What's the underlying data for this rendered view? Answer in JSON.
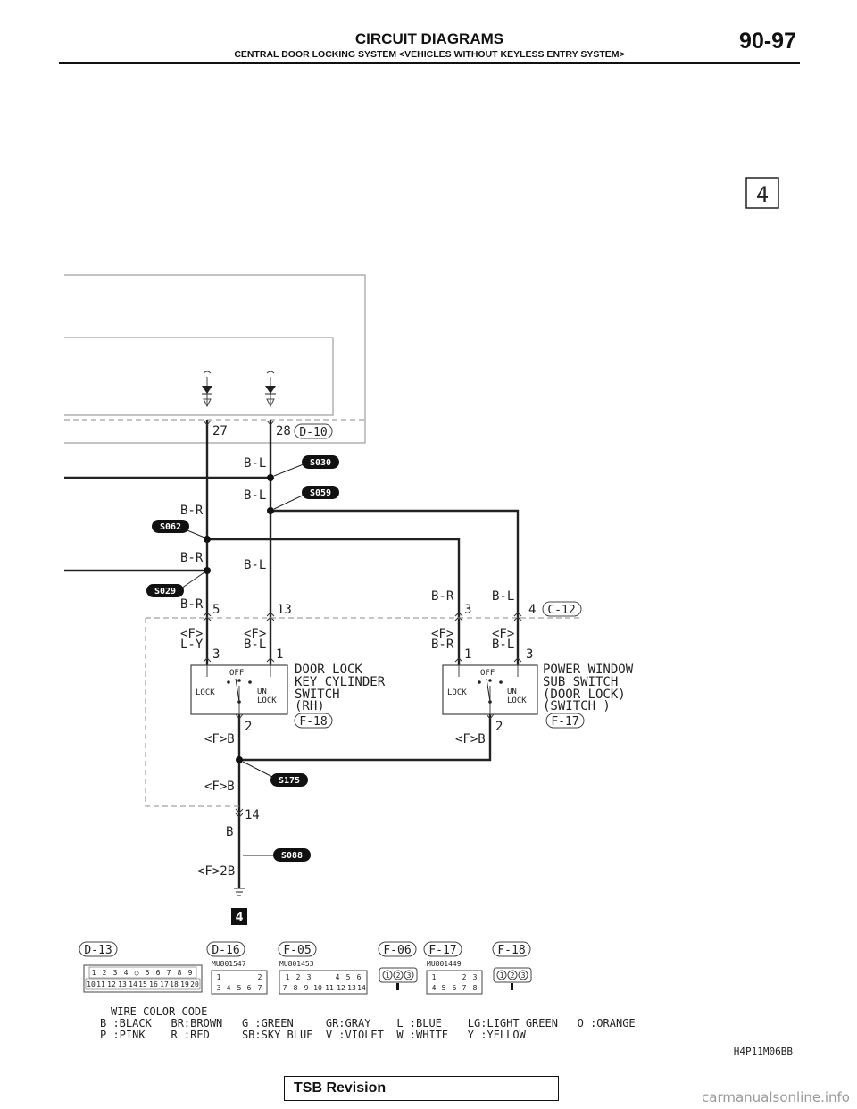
{
  "header": {
    "title": "CIRCUIT DIAGRAMS",
    "subtitle": "CENTRAL DOOR LOCKING SYSTEM <VEHICLES WITHOUT KEYLESS ENTRY SYSTEM>",
    "page_number": "90-97"
  },
  "page_marker": "4",
  "bottom_marker": "4",
  "connectors": {
    "d10": "D-10",
    "c12": "C-12",
    "f18": "F-18",
    "f17": "F-17"
  },
  "pins": {
    "p27": "27",
    "p28": "28",
    "p5": "5",
    "p13": "13",
    "p3a": "3",
    "p4": "4",
    "p3b": "3",
    "p1a": "1",
    "p1b": "1",
    "p3c": "3",
    "p2a": "2",
    "p2b": "2",
    "p14": "14"
  },
  "wires": {
    "bl_top1": "B-L",
    "bl_top2": "B-L",
    "br_1": "B-R",
    "br_2": "B-R",
    "bl_3": "B-L",
    "br_3": "B-R",
    "br_right": "B-R",
    "bl_right": "B-L",
    "f_ly_tag": "<F>",
    "f_ly": "L-Y",
    "f_bl_tag": "<F>",
    "f_bl": "B-L",
    "f_br_r_tag": "<F>",
    "f_br_r": "B-R",
    "f_bl_r_tag": "<F>",
    "f_bl_r": "B-L",
    "fb_1": "<F>B",
    "fb_2": "<F>B",
    "fb_3": "<F>B",
    "b_14": "B",
    "f2b": "<F>2B"
  },
  "splices": {
    "s030": "S030",
    "s059": "S059",
    "s062": "S062",
    "s029": "S029",
    "s175": "S175",
    "s088": "S088"
  },
  "switch_left": {
    "off": "OFF",
    "lock": "LOCK",
    "un": "UN",
    "unlock": "LOCK",
    "name_lines": [
      "DOOR LOCK",
      "KEY CYLINDER",
      "SWITCH",
      "(RH)"
    ]
  },
  "switch_right": {
    "off": "OFF",
    "lock": "LOCK",
    "un": "UN",
    "unlock": "LOCK",
    "name_lines": [
      "POWER WINDOW",
      "SUB SWITCH",
      "(DOOR LOCK)",
      "(SWITCH    )"
    ]
  },
  "connector_views": [
    {
      "id": "D-13",
      "part": "",
      "top_row": [
        "1",
        "2",
        "3",
        "4",
        "○",
        "5",
        "6",
        "7",
        "8",
        "9"
      ],
      "bottom_row": [
        "10",
        "11",
        "12",
        "13",
        "14",
        "15",
        "16",
        "17",
        "18",
        "19",
        "20"
      ]
    },
    {
      "id": "D-16",
      "part": "MU801547",
      "top_row": [
        "1",
        "2"
      ],
      "bottom_row": [
        "3",
        "4",
        "5",
        "6",
        "7"
      ]
    },
    {
      "id": "F-05",
      "part": "MU801453",
      "top_row": [
        "1",
        "2",
        "3",
        "4",
        "5",
        "6"
      ],
      "bottom_row": [
        "7",
        "8",
        "9",
        "10",
        "11",
        "12",
        "13",
        "14"
      ]
    },
    {
      "id": "F-06",
      "part": "",
      "top_row": [
        "1",
        "2",
        "3"
      ],
      "bottom_row": []
    },
    {
      "id": "F-17",
      "part": "MU801449",
      "top_row": [
        "1",
        "2",
        "3"
      ],
      "bottom_row": [
        "4",
        "5",
        "6",
        "7",
        "8"
      ]
    },
    {
      "id": "F-18",
      "part": "",
      "top_row": [
        "1",
        "2",
        "3"
      ],
      "bottom_row": []
    }
  ],
  "wire_color_code": {
    "title": "WIRE COLOR CODE",
    "row1": "B :BLACK   BR:BROWN   G :GREEN     GR:GRAY    L :BLUE    LG:LIGHT GREEN   O :ORANGE",
    "row2": "P :PINK    R :RED     SB:SKY BLUE  V :VIOLET  W :WHITE   Y :YELLOW"
  },
  "figure_code": "H4P11M06BB",
  "footer": {
    "label": "TSB Revision"
  },
  "watermark": "carmanualsonline.info"
}
